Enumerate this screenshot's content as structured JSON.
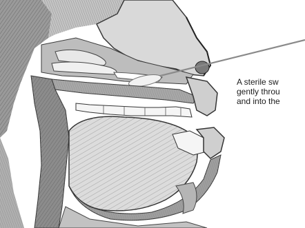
{
  "caption": {
    "lines": [
      "A sterile sw",
      "gently throu",
      "and into the"
    ]
  }
}
